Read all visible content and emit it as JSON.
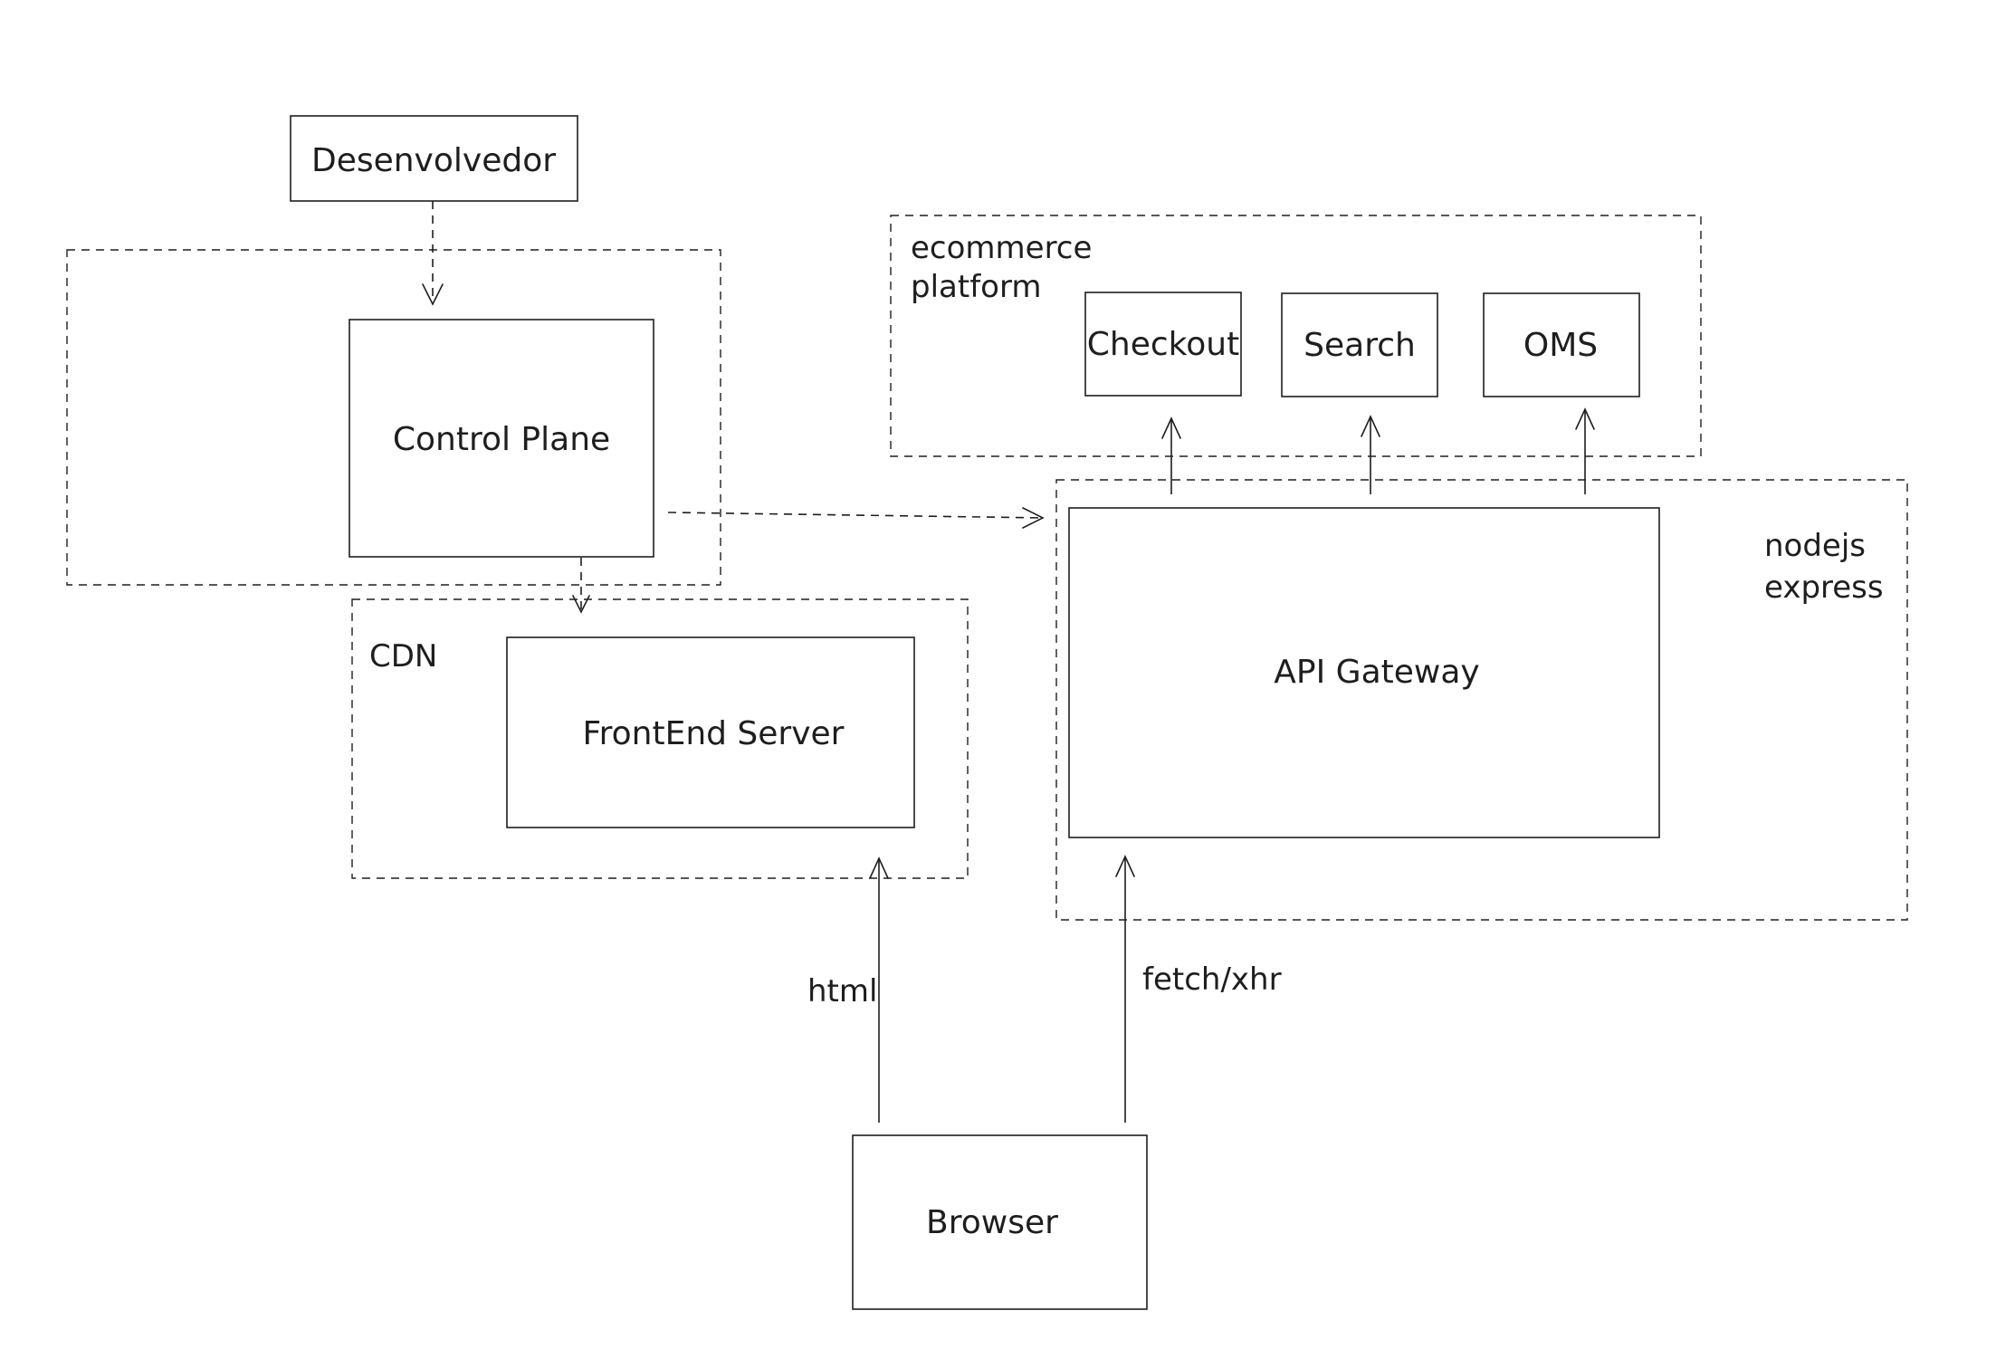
{
  "nodes": {
    "desenvolvedor": "Desenvolvedor",
    "control_plane": "Control Plane",
    "frontend_server": "FrontEnd Server",
    "api_gateway": "API Gateway",
    "checkout": "Checkout",
    "search": "Search",
    "oms": "OMS",
    "browser": "Browser"
  },
  "groups": {
    "control_plane_group": "",
    "cdn": "CDN",
    "ecommerce_line1": "ecommerce",
    "ecommerce_line2": "platform",
    "nodejs_line1": "nodejs",
    "nodejs_line2": "express"
  },
  "edges": {
    "browser_to_frontend": "html",
    "browser_to_gateway": "fetch/xhr"
  },
  "colors": {
    "stroke": "#1e1e1e",
    "background": "#ffffff"
  }
}
